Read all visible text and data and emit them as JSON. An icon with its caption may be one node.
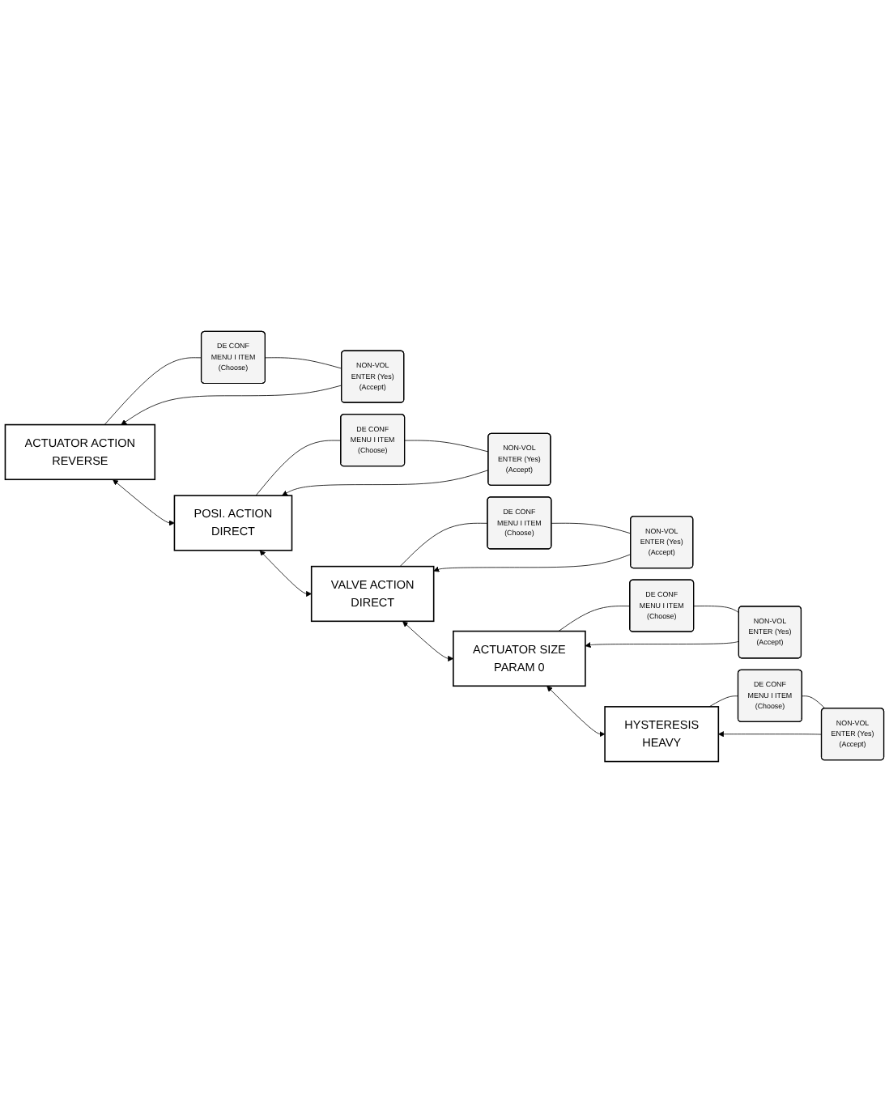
{
  "diagram": {
    "nodes": [
      {
        "text": [
          "ACTUATOR ACTION",
          "REVERSE"
        ]
      },
      {
        "text": [
          "DE CONF",
          "MENU I ITEM",
          "(Choose)"
        ]
      },
      {
        "text": [
          "NON-VOL",
          "ENTER (Yes)",
          "(Accept)"
        ]
      },
      {
        "text": [
          "POSI. ACTION",
          "DIRECT"
        ]
      },
      {
        "text": [
          "DE CONF",
          "MENU I ITEM",
          "(Choose)"
        ]
      },
      {
        "text": [
          "NON-VOL",
          "ENTER (Yes)",
          "(Accept)"
        ]
      },
      {
        "text": [
          "VALVE ACTION",
          "DIRECT"
        ]
      },
      {
        "text": [
          "DE CONF",
          "MENU I ITEM",
          "(Choose)"
        ]
      },
      {
        "text": [
          "NON-VOL",
          "ENTER (Yes)",
          "(Accept)"
        ]
      },
      {
        "text": [
          "ACTUATOR SIZE",
          "PARAM 0"
        ]
      },
      {
        "text": [
          "DE CONF",
          "MENU I ITEM",
          "(Choose)"
        ]
      },
      {
        "text": [
          "NON-VOL",
          "ENTER (Yes)",
          "(Accept)"
        ]
      },
      {
        "text": [
          "HYSTERESIS",
          "HEAVY"
        ]
      },
      {
        "text": [
          "DE CONF",
          "MENU I ITEM",
          "(Choose)"
        ]
      },
      {
        "text": [
          "NON-VOL",
          "ENTER (Yes)",
          "(Accept)"
        ]
      }
    ],
    "edges": [
      {
        "from": 0,
        "to": 1,
        "arrow": "none"
      },
      {
        "from": 1,
        "to": 2,
        "arrow": "none"
      },
      {
        "from": 2,
        "to": 0,
        "arrow": "to"
      },
      {
        "from": 0,
        "to": 3,
        "arrow": "both"
      },
      {
        "from": 3,
        "to": 4,
        "arrow": "none"
      },
      {
        "from": 4,
        "to": 5,
        "arrow": "none"
      },
      {
        "from": 5,
        "to": 3,
        "arrow": "to"
      },
      {
        "from": 3,
        "to": 6,
        "arrow": "both"
      },
      {
        "from": 6,
        "to": 7,
        "arrow": "none"
      },
      {
        "from": 7,
        "to": 8,
        "arrow": "none"
      },
      {
        "from": 8,
        "to": 6,
        "arrow": "to"
      },
      {
        "from": 6,
        "to": 9,
        "arrow": "both"
      },
      {
        "from": 9,
        "to": 10,
        "arrow": "none"
      },
      {
        "from": 10,
        "to": 11,
        "arrow": "none"
      },
      {
        "from": 11,
        "to": 9,
        "arrow": "to"
      },
      {
        "from": 9,
        "to": 12,
        "arrow": "both"
      },
      {
        "from": 12,
        "to": 13,
        "arrow": "none"
      },
      {
        "from": 13,
        "to": 14,
        "arrow": "none"
      },
      {
        "from": 14,
        "to": 12,
        "arrow": "to"
      }
    ]
  }
}
